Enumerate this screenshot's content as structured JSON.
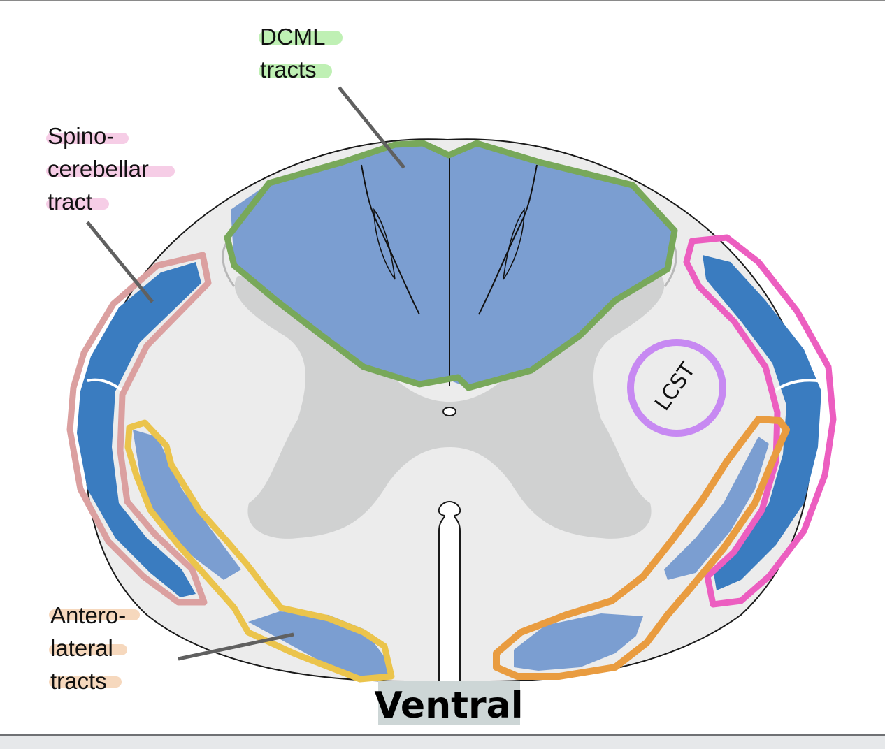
{
  "labels": {
    "dcml_line1": "DCML",
    "dcml_line2": "tracts",
    "spino_line1": "Spino-",
    "spino_line2": "cerebellar",
    "spino_line3": "tract",
    "antero_line1": "Antero-",
    "antero_line2": "lateral",
    "antero_line3": "tracts",
    "ventral": "Ventral",
    "lcst": "LCST"
  },
  "colors": {
    "outline": "#1a1a1a",
    "white_matter": "#ececec",
    "grey_matter": "#d0d1d1",
    "dcml_fill": "#7b9ed1",
    "spino_fill": "#3a7cc0",
    "antero_fill": "#7b9ed1",
    "dcml_outline": "#78a85a",
    "spino_outline": "#dba0a0",
    "antero_left_outline": "#ebc44c",
    "antero_right_outline": "#e99c40",
    "spino_right_outline": "#ec5ec0",
    "lcst_outline": "#c789f2",
    "leader_line": "#606060",
    "ventral_bg": "#cdd6d6",
    "dcml_highlight": "#bff0b4",
    "spino_highlight": "#f6cde6",
    "antero_highlight": "#f6d8bd",
    "footer_bar": "#e6e8ea"
  }
}
